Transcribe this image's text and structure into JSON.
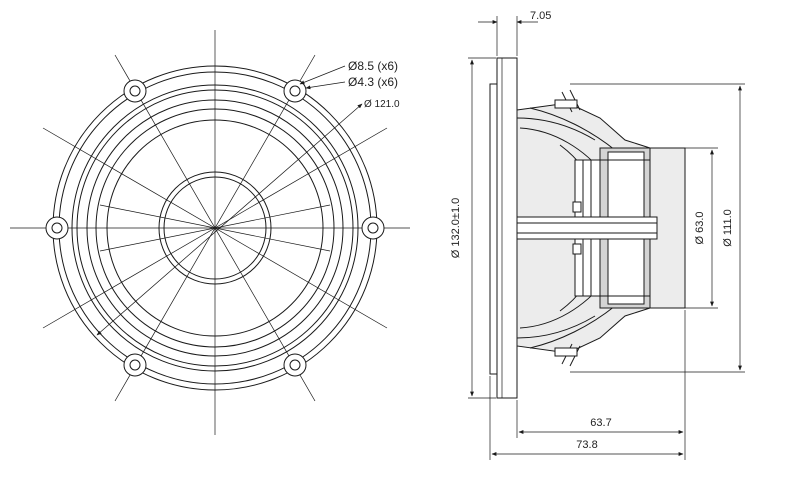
{
  "front_view": {
    "mount_hole_label": "Ø8.5 (x6)",
    "tab_hole_label": "Ø4.3 (x6)",
    "bolt_circle_label": "Ø 121.0"
  },
  "side_view": {
    "flange_thickness_label": "7.05",
    "overall_diameter_label": "Ø 132.0±1.0",
    "magnet_diameter_label": "Ø 63.0",
    "basket_diameter_label": "Ø 111.0",
    "depth_label": "63.7",
    "total_depth_label": "73.8"
  }
}
